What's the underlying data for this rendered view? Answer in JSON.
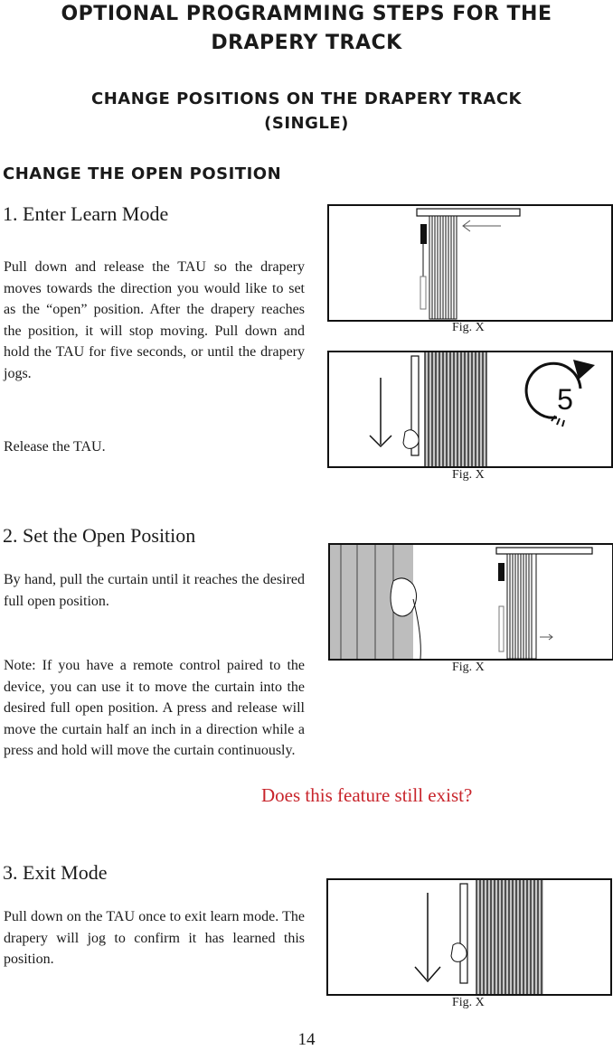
{
  "header": {
    "title_line1": "OPTIONAL PROGRAMMING STEPS FOR THE",
    "title_line2": "DRAPERY TRACK",
    "subtitle_line1": "CHANGE POSITIONS ON THE DRAPERY TRACK",
    "subtitle_line2": "(SINGLE)"
  },
  "section_title": "CHANGE THE OPEN POSITION",
  "steps": [
    {
      "heading": "1. Enter Learn Mode",
      "paragraphs": [
        "Pull down and release the TAU so the drapery moves towards the direction you would like to set as the “open” position.  After the drapery reaches the position, it will stop moving. Pull  down and hold the TAU for five seconds, or until the drapery jogs.",
        "Release the TAU."
      ]
    },
    {
      "heading": "2. Set the Open Position",
      "paragraphs": [
        "By hand, pull the curtain until it reaches the desired full open position.",
        "Note: If you have a remote control paired to the device, you can use it to move the curtain into the desired full open position. A press and release will move the curtain half an inch in a direction while a press and hold will move the curtain continuously."
      ]
    },
    {
      "heading": "3. Exit Mode",
      "paragraphs": [
        "Pull down on the TAU once to exit learn mode. The drapery will jog to confirm it has learned this position."
      ]
    }
  ],
  "figures": [
    {
      "caption": "Fig. X"
    },
    {
      "caption": "Fig. X",
      "timer_number": "5"
    },
    {
      "caption": "Fig. X"
    },
    {
      "caption": "Fig. X"
    }
  ],
  "review_comment": "Does this feature still exist?",
  "page_number": "14",
  "colors": {
    "comment": "#c8242b",
    "drapery_fill": "#c7c7c7",
    "panel_fill": "#bdbdbd"
  }
}
